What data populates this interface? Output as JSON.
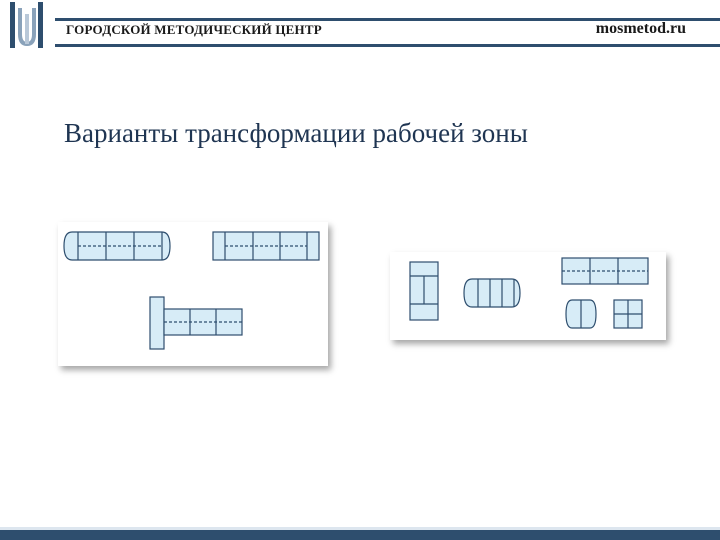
{
  "header": {
    "organization": "ГОРОДСКОЙ МЕТОДИЧЕСКИЙ ЦЕНТР",
    "site": "mosmetod.ru",
    "logo_icon": "mgmc-logo-icon"
  },
  "slide": {
    "title": "Варианты трансформации рабочей зоны"
  },
  "colors": {
    "brand_dark": "#2e4e6e",
    "title": "#1f3552",
    "table_fill": "#d7ecf7"
  }
}
